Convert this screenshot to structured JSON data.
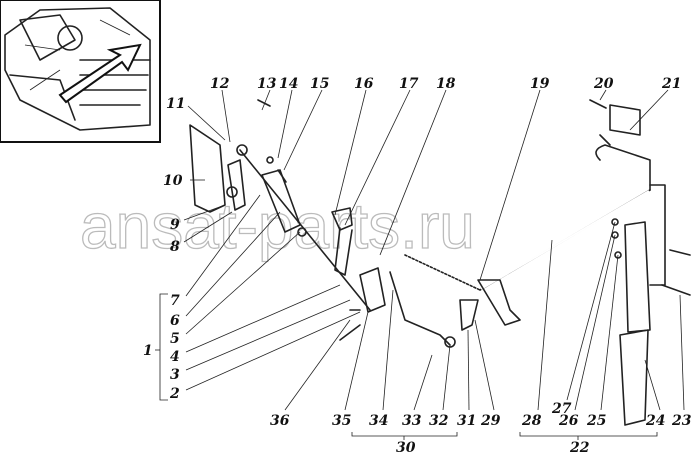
{
  "diagram": {
    "watermark": "ansat-parts.ru",
    "part_labels": [
      "2",
      "3",
      "4",
      "5",
      "6",
      "7",
      "8",
      "9",
      "10",
      "11",
      "12",
      "13",
      "14",
      "15",
      "16",
      "17",
      "18",
      "19",
      "20",
      "21",
      "23",
      "24",
      "25",
      "26",
      "27",
      "28",
      "29",
      "31",
      "32",
      "33",
      "34",
      "35",
      "36"
    ],
    "group_labels": {
      "group_1": "1",
      "group_30": "30",
      "group_22": "22"
    }
  }
}
